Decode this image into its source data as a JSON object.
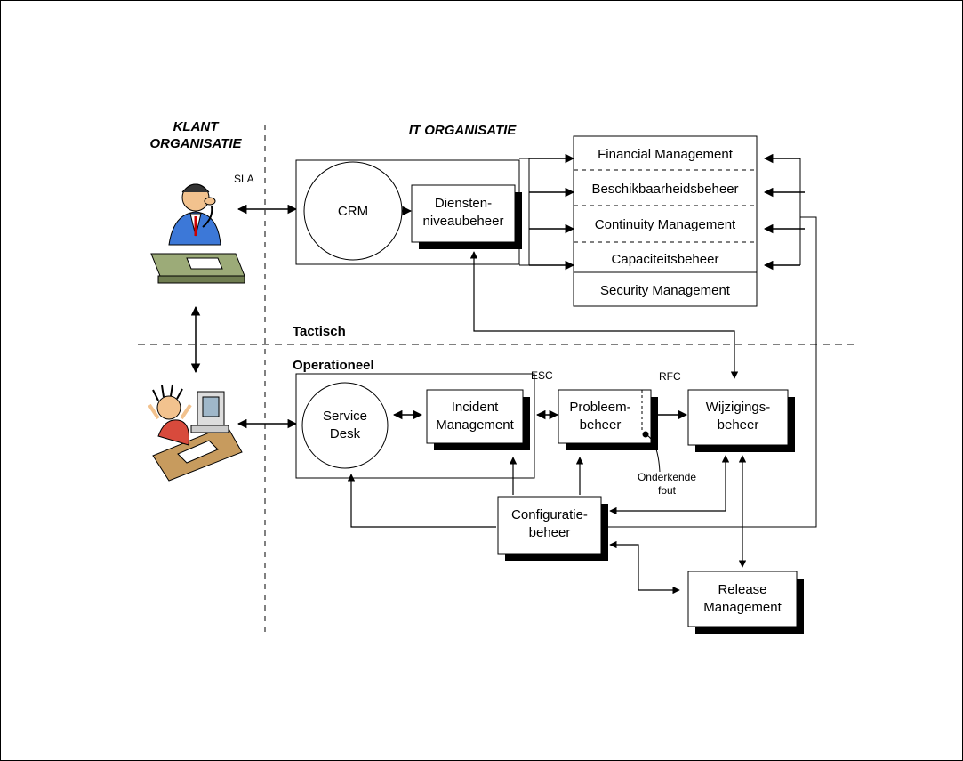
{
  "customer_header": [
    "KLANT",
    "ORGANISATIE"
  ],
  "it_header": "IT ORGANISATIE",
  "sla": "SLA",
  "crm": "CRM",
  "dienstenniveau": [
    "Diensten-",
    "niveaubeheer"
  ],
  "tactical_processes": [
    "Financial Management",
    "Beschikbaarheidsbeheer",
    "Continuity Management",
    "Capaciteitsbeheer"
  ],
  "security": "Security Management",
  "tactisch": "Tactisch",
  "operationeel": "Operationeel",
  "service_desk": [
    "Service",
    "Desk"
  ],
  "incident": [
    "Incident",
    "Management"
  ],
  "probleem": [
    "Probleem-",
    "beheer"
  ],
  "wijzigings": [
    "Wijzigings-",
    "beheer"
  ],
  "esc": "ESC",
  "rfc": "RFC",
  "onderkende": [
    "Onderkende",
    "fout"
  ],
  "configuratie": [
    "Configuratie-",
    "beheer"
  ],
  "release": [
    "Release",
    "Management"
  ],
  "colors": {
    "line": "#000000",
    "shadow": "#000000",
    "skin": "#f2c28e",
    "shirt": "#3c78d8",
    "desk": "#9cab78"
  }
}
